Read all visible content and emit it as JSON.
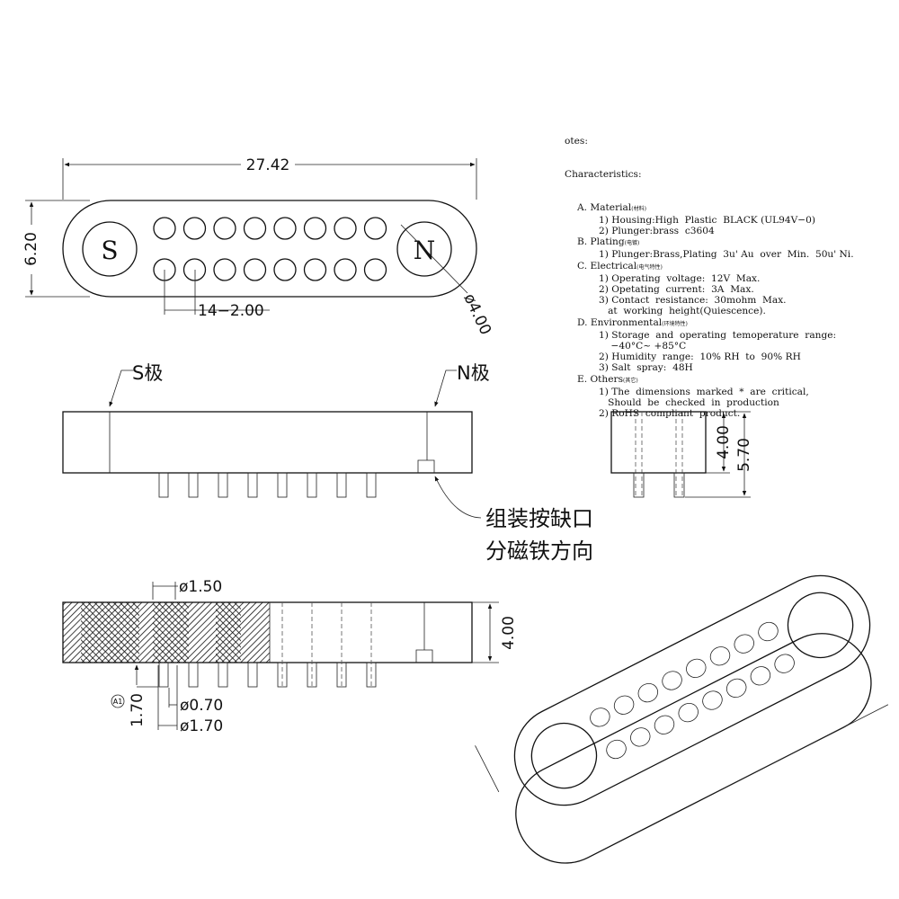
{
  "top_view": {
    "width_dim": "27.42",
    "height_dim": "6.20",
    "pitch_dim": "14−2.00",
    "magnet_dim": "ø4.00",
    "south_label": "S",
    "north_label": "N"
  },
  "side_view": {
    "south_pole_label": "S极",
    "north_pole_label": "N极",
    "note_line1": "组装按缺口",
    "note_line2": "分磁铁方向"
  },
  "end_view": {
    "body_height_dim": "4.00",
    "total_height_dim": "5.70"
  },
  "section_view": {
    "hole_dim": "ø1.50",
    "body_height_dim": "4.00",
    "pin_length_dim": "1.70",
    "pin_diameter_dim": "ø0.70",
    "pin_base_dim": "ø1.70",
    "critical_mark": "A1"
  },
  "notes": {
    "title": "otes:",
    "heading": "Characteristics:",
    "sections": [
      {
        "label": "A. Material",
        "cn": "(材料)",
        "items": [
          "1) Housing:High  Plastic  BLACK (UL94V−0)",
          "2) Plunger:brass  c3604"
        ]
      },
      {
        "label": "B. Plating",
        "cn": "(电镀)",
        "items": [
          "1) Plunger:Brass,Plating  3u' Au  over  Min.  50u' Ni."
        ]
      },
      {
        "label": "C. Electrical",
        "cn": "(电气特性)",
        "items": [
          "1) Operating  voltage:  12V  Max.",
          "2) Opetating  current:  3A  Max.",
          "3) Contact  resistance:  30mohm  Max.",
          "   at  working  height(Quiescence)."
        ]
      },
      {
        "label": "D. Environmental",
        "cn": "(环境特性)",
        "items": [
          "1) Storage  and  operating  temoperature  range:",
          "    −40°C~ +85°C",
          "2) Humidity  range:  10% RH  to  90% RH",
          "3) Salt  spray:  48H"
        ]
      },
      {
        "label": "E. Others",
        "cn": "(其它)",
        "items": [
          "1) The  dimensions  marked  *  are  critical,",
          "   Should  be  checked  in  production",
          "2) RoHS  compliant  product."
        ]
      }
    ]
  }
}
